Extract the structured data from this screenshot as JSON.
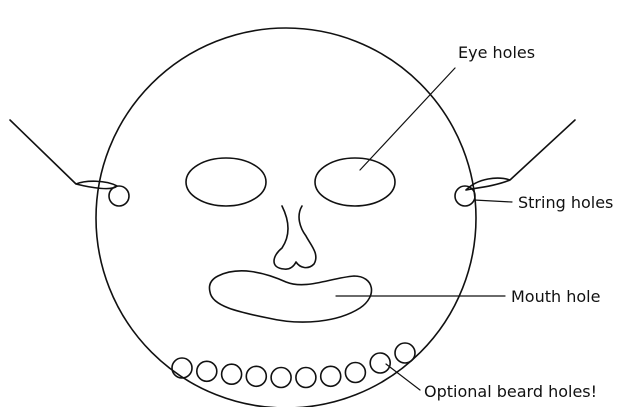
{
  "labels": {
    "eye_holes": "Eye holes",
    "string_holes": "String holes",
    "mouth_hole": "Mouth hole",
    "beard_holes": "Optional beard holes!"
  },
  "beard_hole_count": 10,
  "colors": {
    "ink": "#111111",
    "background": "#ffffff"
  }
}
